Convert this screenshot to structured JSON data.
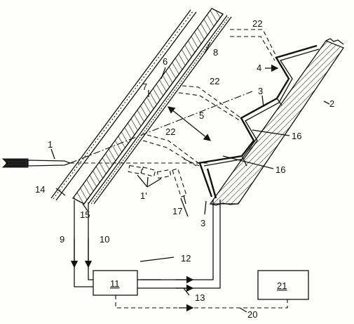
{
  "labels": {
    "l1": "1",
    "l1prime": "1'",
    "l2": "2",
    "l3a": "3",
    "l3b": "3",
    "l4": "4",
    "l5": "5",
    "l6": "6",
    "l7": "7",
    "l8": "8",
    "l9": "9",
    "l10": "10",
    "l11": "11",
    "l12": "12",
    "l13": "13",
    "l14": "14",
    "l15": "15",
    "l16a": "16",
    "l16b": "16",
    "l17": "17",
    "l20": "20",
    "l21": "21",
    "l22a": "22",
    "l22b": "22",
    "l22c": "22"
  }
}
